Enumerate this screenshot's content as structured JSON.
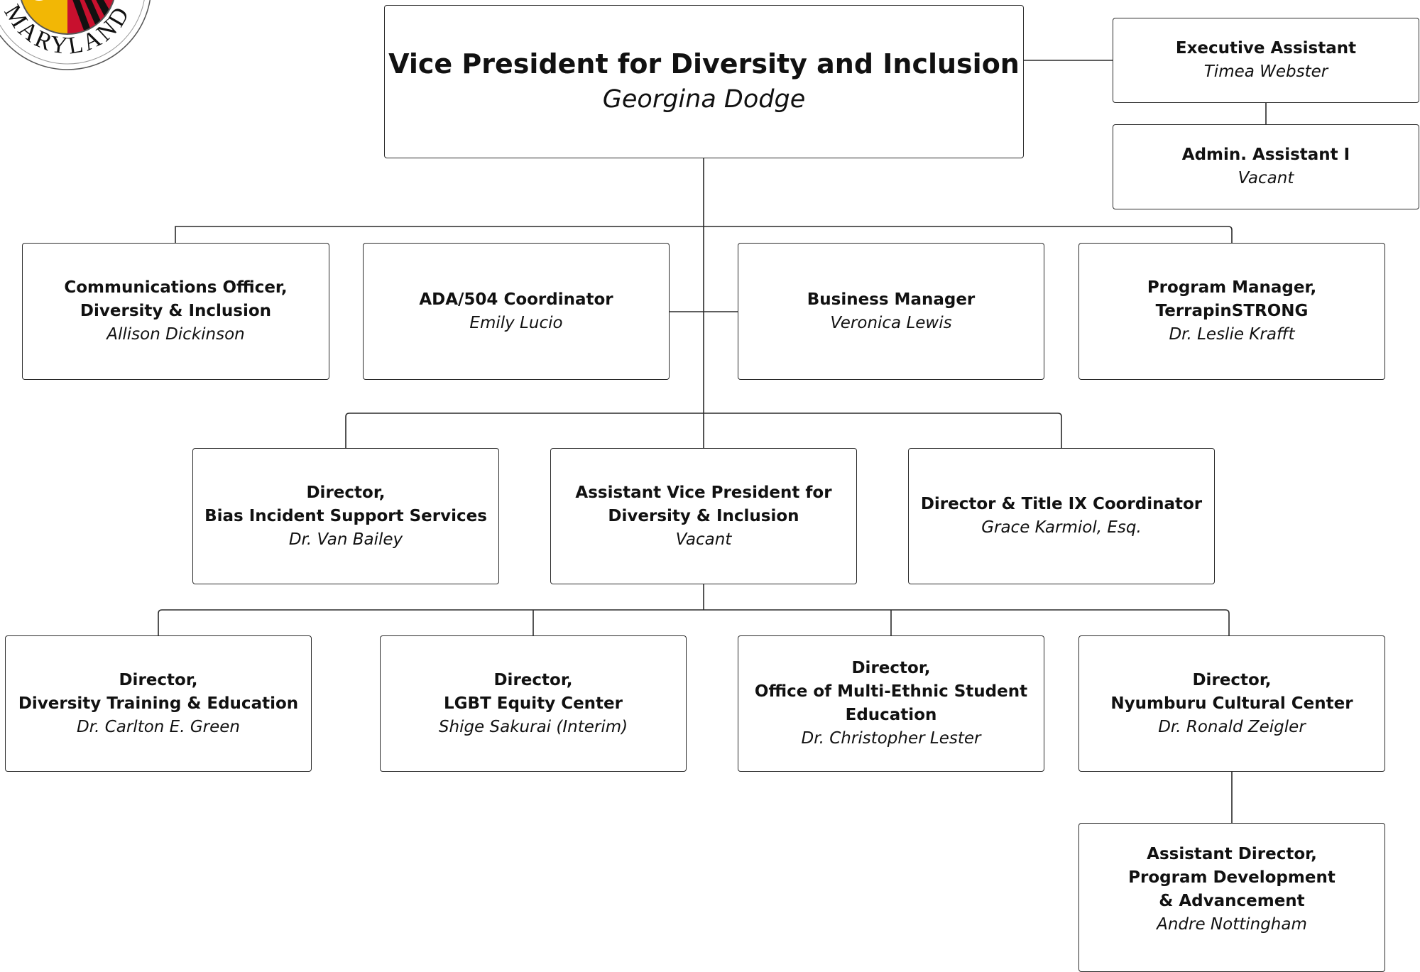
{
  "logo": {
    "text": "MARYLAND",
    "colors": {
      "red": "#c8102e",
      "gold": "#f2b705",
      "black": "#111111"
    }
  },
  "org": {
    "vp": {
      "title": "Vice President for Diversity and Inclusion",
      "name": "Georgina Dodge"
    },
    "exec_assistant": {
      "title": "Executive Assistant",
      "name": "Timea Webster"
    },
    "admin_assistant": {
      "title": "Admin. Assistant I",
      "name": "Vacant"
    },
    "comm_officer": {
      "title": "Communications Officer,\nDiversity & Inclusion",
      "name": "Allison Dickinson"
    },
    "ada_coordinator": {
      "title": "ADA/504 Coordinator",
      "name": "Emily Lucio"
    },
    "business_manager": {
      "title": "Business Manager",
      "name": "Veronica Lewis"
    },
    "program_manager": {
      "title": "Program Manager,\nTerrapinSTRONG",
      "name": "Dr. Leslie Krafft"
    },
    "dir_bias": {
      "title": "Director,\nBias Incident Support Services",
      "name": "Dr. Van Bailey"
    },
    "avp": {
      "title": "Assistant Vice President for\nDiversity & Inclusion",
      "name": "Vacant"
    },
    "dir_title_ix": {
      "title": "Director & Title IX Coordinator",
      "name": "Grace Karmiol, Esq."
    },
    "dir_training": {
      "title": "Director,\nDiversity Training & Education",
      "name": "Dr. Carlton E. Green"
    },
    "dir_lgbt": {
      "title": "Director,\nLGBT Equity Center",
      "name": "Shige Sakurai (Interim)"
    },
    "dir_omse": {
      "title": "Director,\nOffice of Multi-Ethnic Student\nEducation",
      "name": "Dr. Christopher Lester"
    },
    "dir_nyumburu": {
      "title": "Director,\nNyumburu Cultural Center",
      "name": "Dr. Ronald Zeigler"
    },
    "asst_dir_program": {
      "title": "Assistant Director,\nProgram Development\n& Advancement",
      "name": "Andre Nottingham"
    }
  }
}
